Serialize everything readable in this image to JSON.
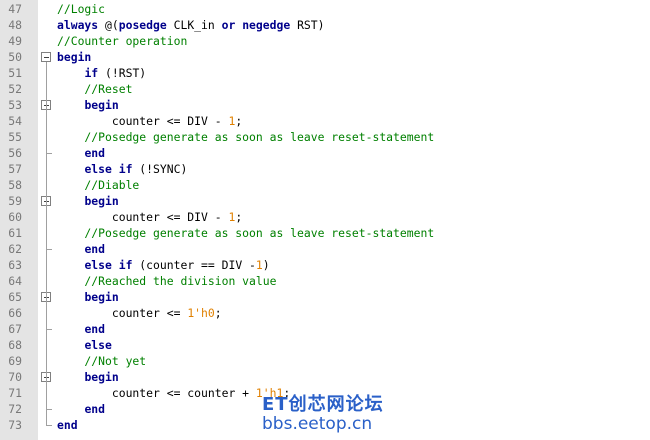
{
  "editor": {
    "lines": [
      {
        "n": "47",
        "tokens": [
          {
            "t": "//Logic",
            "c": "cm"
          }
        ]
      },
      {
        "n": "48",
        "tokens": [
          {
            "t": "always",
            "c": "kw"
          },
          {
            "t": " @(",
            "c": "op"
          },
          {
            "t": "posedge",
            "c": "kw"
          },
          {
            "t": " CLK_in ",
            "c": "op"
          },
          {
            "t": "or",
            "c": "kw"
          },
          {
            "t": " ",
            "c": "op"
          },
          {
            "t": "negedge",
            "c": "kw"
          },
          {
            "t": " RST)",
            "c": "op"
          }
        ]
      },
      {
        "n": "49",
        "tokens": [
          {
            "t": "//Counter operation",
            "c": "cm"
          }
        ]
      },
      {
        "n": "50",
        "tokens": [
          {
            "t": "begin",
            "c": "kw"
          }
        ]
      },
      {
        "n": "51",
        "tokens": [
          {
            "t": "    ",
            "c": "op"
          },
          {
            "t": "if",
            "c": "kw"
          },
          {
            "t": " (!RST)",
            "c": "op"
          }
        ]
      },
      {
        "n": "52",
        "tokens": [
          {
            "t": "    //Reset",
            "c": "cm"
          }
        ]
      },
      {
        "n": "53",
        "tokens": [
          {
            "t": "    ",
            "c": "op"
          },
          {
            "t": "begin",
            "c": "kw"
          }
        ]
      },
      {
        "n": "54",
        "tokens": [
          {
            "t": "        counter <= DIV - ",
            "c": "op"
          },
          {
            "t": "1",
            "c": "num"
          },
          {
            "t": ";",
            "c": "op"
          }
        ]
      },
      {
        "n": "55",
        "tokens": [
          {
            "t": "    //Posedge generate as soon as leave reset-statement",
            "c": "cm"
          }
        ]
      },
      {
        "n": "56",
        "tokens": [
          {
            "t": "    ",
            "c": "op"
          },
          {
            "t": "end",
            "c": "kw"
          }
        ]
      },
      {
        "n": "57",
        "tokens": [
          {
            "t": "    ",
            "c": "op"
          },
          {
            "t": "else if",
            "c": "kw"
          },
          {
            "t": " (!SYNC)",
            "c": "op"
          }
        ]
      },
      {
        "n": "58",
        "tokens": [
          {
            "t": "    //Diable",
            "c": "cm"
          }
        ]
      },
      {
        "n": "59",
        "tokens": [
          {
            "t": "    ",
            "c": "op"
          },
          {
            "t": "begin",
            "c": "kw"
          }
        ]
      },
      {
        "n": "60",
        "tokens": [
          {
            "t": "        counter <= DIV - ",
            "c": "op"
          },
          {
            "t": "1",
            "c": "num"
          },
          {
            "t": ";",
            "c": "op"
          }
        ]
      },
      {
        "n": "61",
        "tokens": [
          {
            "t": "    //Posedge generate as soon as leave reset-statement",
            "c": "cm"
          }
        ]
      },
      {
        "n": "62",
        "tokens": [
          {
            "t": "    ",
            "c": "op"
          },
          {
            "t": "end",
            "c": "kw"
          }
        ]
      },
      {
        "n": "63",
        "tokens": [
          {
            "t": "    ",
            "c": "op"
          },
          {
            "t": "else if",
            "c": "kw"
          },
          {
            "t": " (counter == DIV -",
            "c": "op"
          },
          {
            "t": "1",
            "c": "num"
          },
          {
            "t": ")",
            "c": "op"
          }
        ]
      },
      {
        "n": "64",
        "tokens": [
          {
            "t": "    //Reached the division value",
            "c": "cm"
          }
        ]
      },
      {
        "n": "65",
        "tokens": [
          {
            "t": "    ",
            "c": "op"
          },
          {
            "t": "begin",
            "c": "kw"
          }
        ]
      },
      {
        "n": "66",
        "tokens": [
          {
            "t": "        counter <= ",
            "c": "op"
          },
          {
            "t": "1'h0",
            "c": "num"
          },
          {
            "t": ";",
            "c": "op"
          }
        ]
      },
      {
        "n": "67",
        "tokens": [
          {
            "t": "    ",
            "c": "op"
          },
          {
            "t": "end",
            "c": "kw"
          }
        ]
      },
      {
        "n": "68",
        "tokens": [
          {
            "t": "    ",
            "c": "op"
          },
          {
            "t": "else",
            "c": "kw"
          }
        ]
      },
      {
        "n": "69",
        "tokens": [
          {
            "t": "    //Not yet",
            "c": "cm"
          }
        ]
      },
      {
        "n": "70",
        "tokens": [
          {
            "t": "    ",
            "c": "op"
          },
          {
            "t": "begin",
            "c": "kw"
          }
        ]
      },
      {
        "n": "71",
        "tokens": [
          {
            "t": "        counter <= counter + ",
            "c": "op"
          },
          {
            "t": "1'h1",
            "c": "num"
          },
          {
            "t": ";",
            "c": "op"
          }
        ]
      },
      {
        "n": "72",
        "tokens": [
          {
            "t": "    ",
            "c": "op"
          },
          {
            "t": "end",
            "c": "kw"
          }
        ]
      },
      {
        "n": "73",
        "tokens": [
          {
            "t": "end",
            "c": "kw"
          }
        ]
      }
    ],
    "fold_markers": [
      "50",
      "53",
      "59",
      "65",
      "70"
    ],
    "colors": {
      "keyword": "#00008b",
      "comment": "#008000",
      "number": "#e08000",
      "gutter": "#e4e4e4",
      "line_number": "#787878"
    }
  },
  "watermark": {
    "line1": "ET创芯网论坛",
    "line2": "bbs.eetop.cn"
  }
}
